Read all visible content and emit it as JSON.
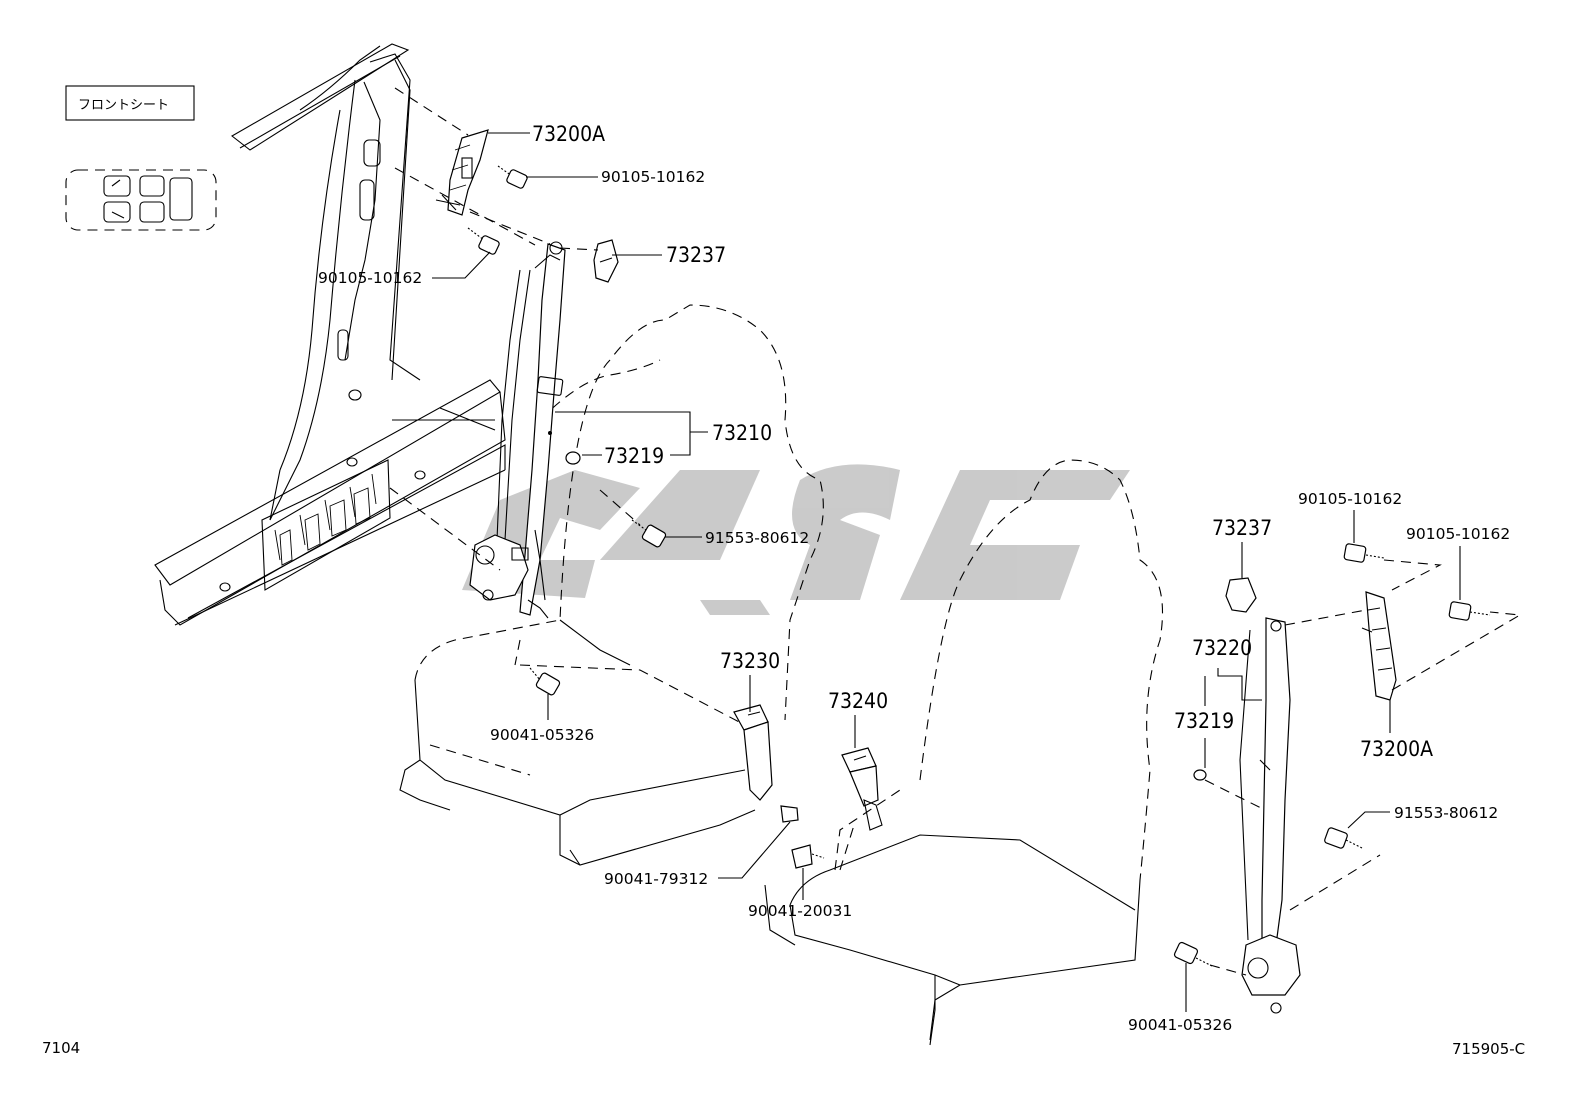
{
  "seat_tag": "フロントシート",
  "corner_left": "7104",
  "corner_right": "715905-C",
  "labels": {
    "p73200A_top": "73200A",
    "p90105_top_right": "90105-10162",
    "p90105_top_left": "90105-10162",
    "p73237_top": "73237",
    "p73210": "73210",
    "p73219_left": "73219",
    "p91553_left": "91553-80612",
    "p73230": "73230",
    "p90041_05326_left": "90041-05326",
    "p73240": "73240",
    "p90041_79312": "90041-79312",
    "p90041_20031": "90041-20031",
    "p73237_right": "73237",
    "p73220": "73220",
    "p73219_right": "73219",
    "p90105_right_a": "90105-10162",
    "p90105_right_b": "90105-10162",
    "p73200A_right": "73200A",
    "p91553_right": "91553-80612",
    "p90041_05326_right": "90041-05326"
  },
  "watermark_color": "#c8c8c8",
  "line_color": "#000000"
}
